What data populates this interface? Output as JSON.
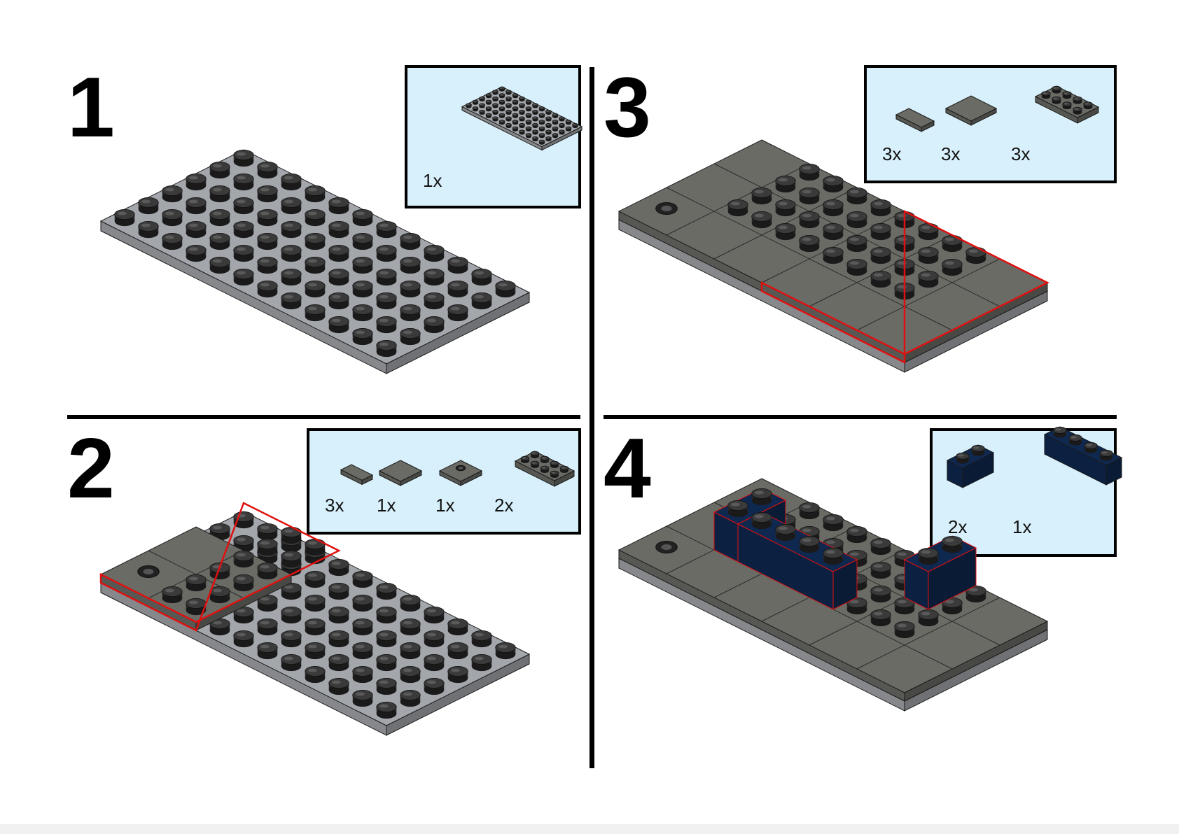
{
  "steps": [
    {
      "number": "1",
      "parts": [
        {
          "qty": "1x",
          "part": "plate-6x12-gray-icon"
        }
      ]
    },
    {
      "number": "2",
      "parts": [
        {
          "qty": "3x",
          "part": "tile-1x2-dark-gray-icon"
        },
        {
          "qty": "1x",
          "part": "tile-2x2-dark-gray-icon"
        },
        {
          "qty": "1x",
          "part": "jumper-plate-2x2-dark-gray-icon"
        },
        {
          "qty": "2x",
          "part": "plate-2x4-dark-gray-icon"
        }
      ]
    },
    {
      "number": "3",
      "parts": [
        {
          "qty": "3x",
          "part": "tile-1x2-dark-gray-icon"
        },
        {
          "qty": "3x",
          "part": "tile-2x2-dark-gray-icon"
        },
        {
          "qty": "3x",
          "part": "plate-2x4-dark-gray-icon"
        }
      ]
    },
    {
      "number": "4",
      "parts": [
        {
          "qty": "2x",
          "part": "brick-1x2-dark-blue-icon"
        },
        {
          "qty": "1x",
          "part": "brick-1x4-dark-blue-icon"
        }
      ]
    }
  ],
  "colors": {
    "light_gray": "#a3a6ab",
    "dark_gray": "#6a6b65",
    "dark_blue": "#0f2850",
    "highlight_red": "#e01010",
    "parts_box_bg": "#d8f0fb"
  }
}
